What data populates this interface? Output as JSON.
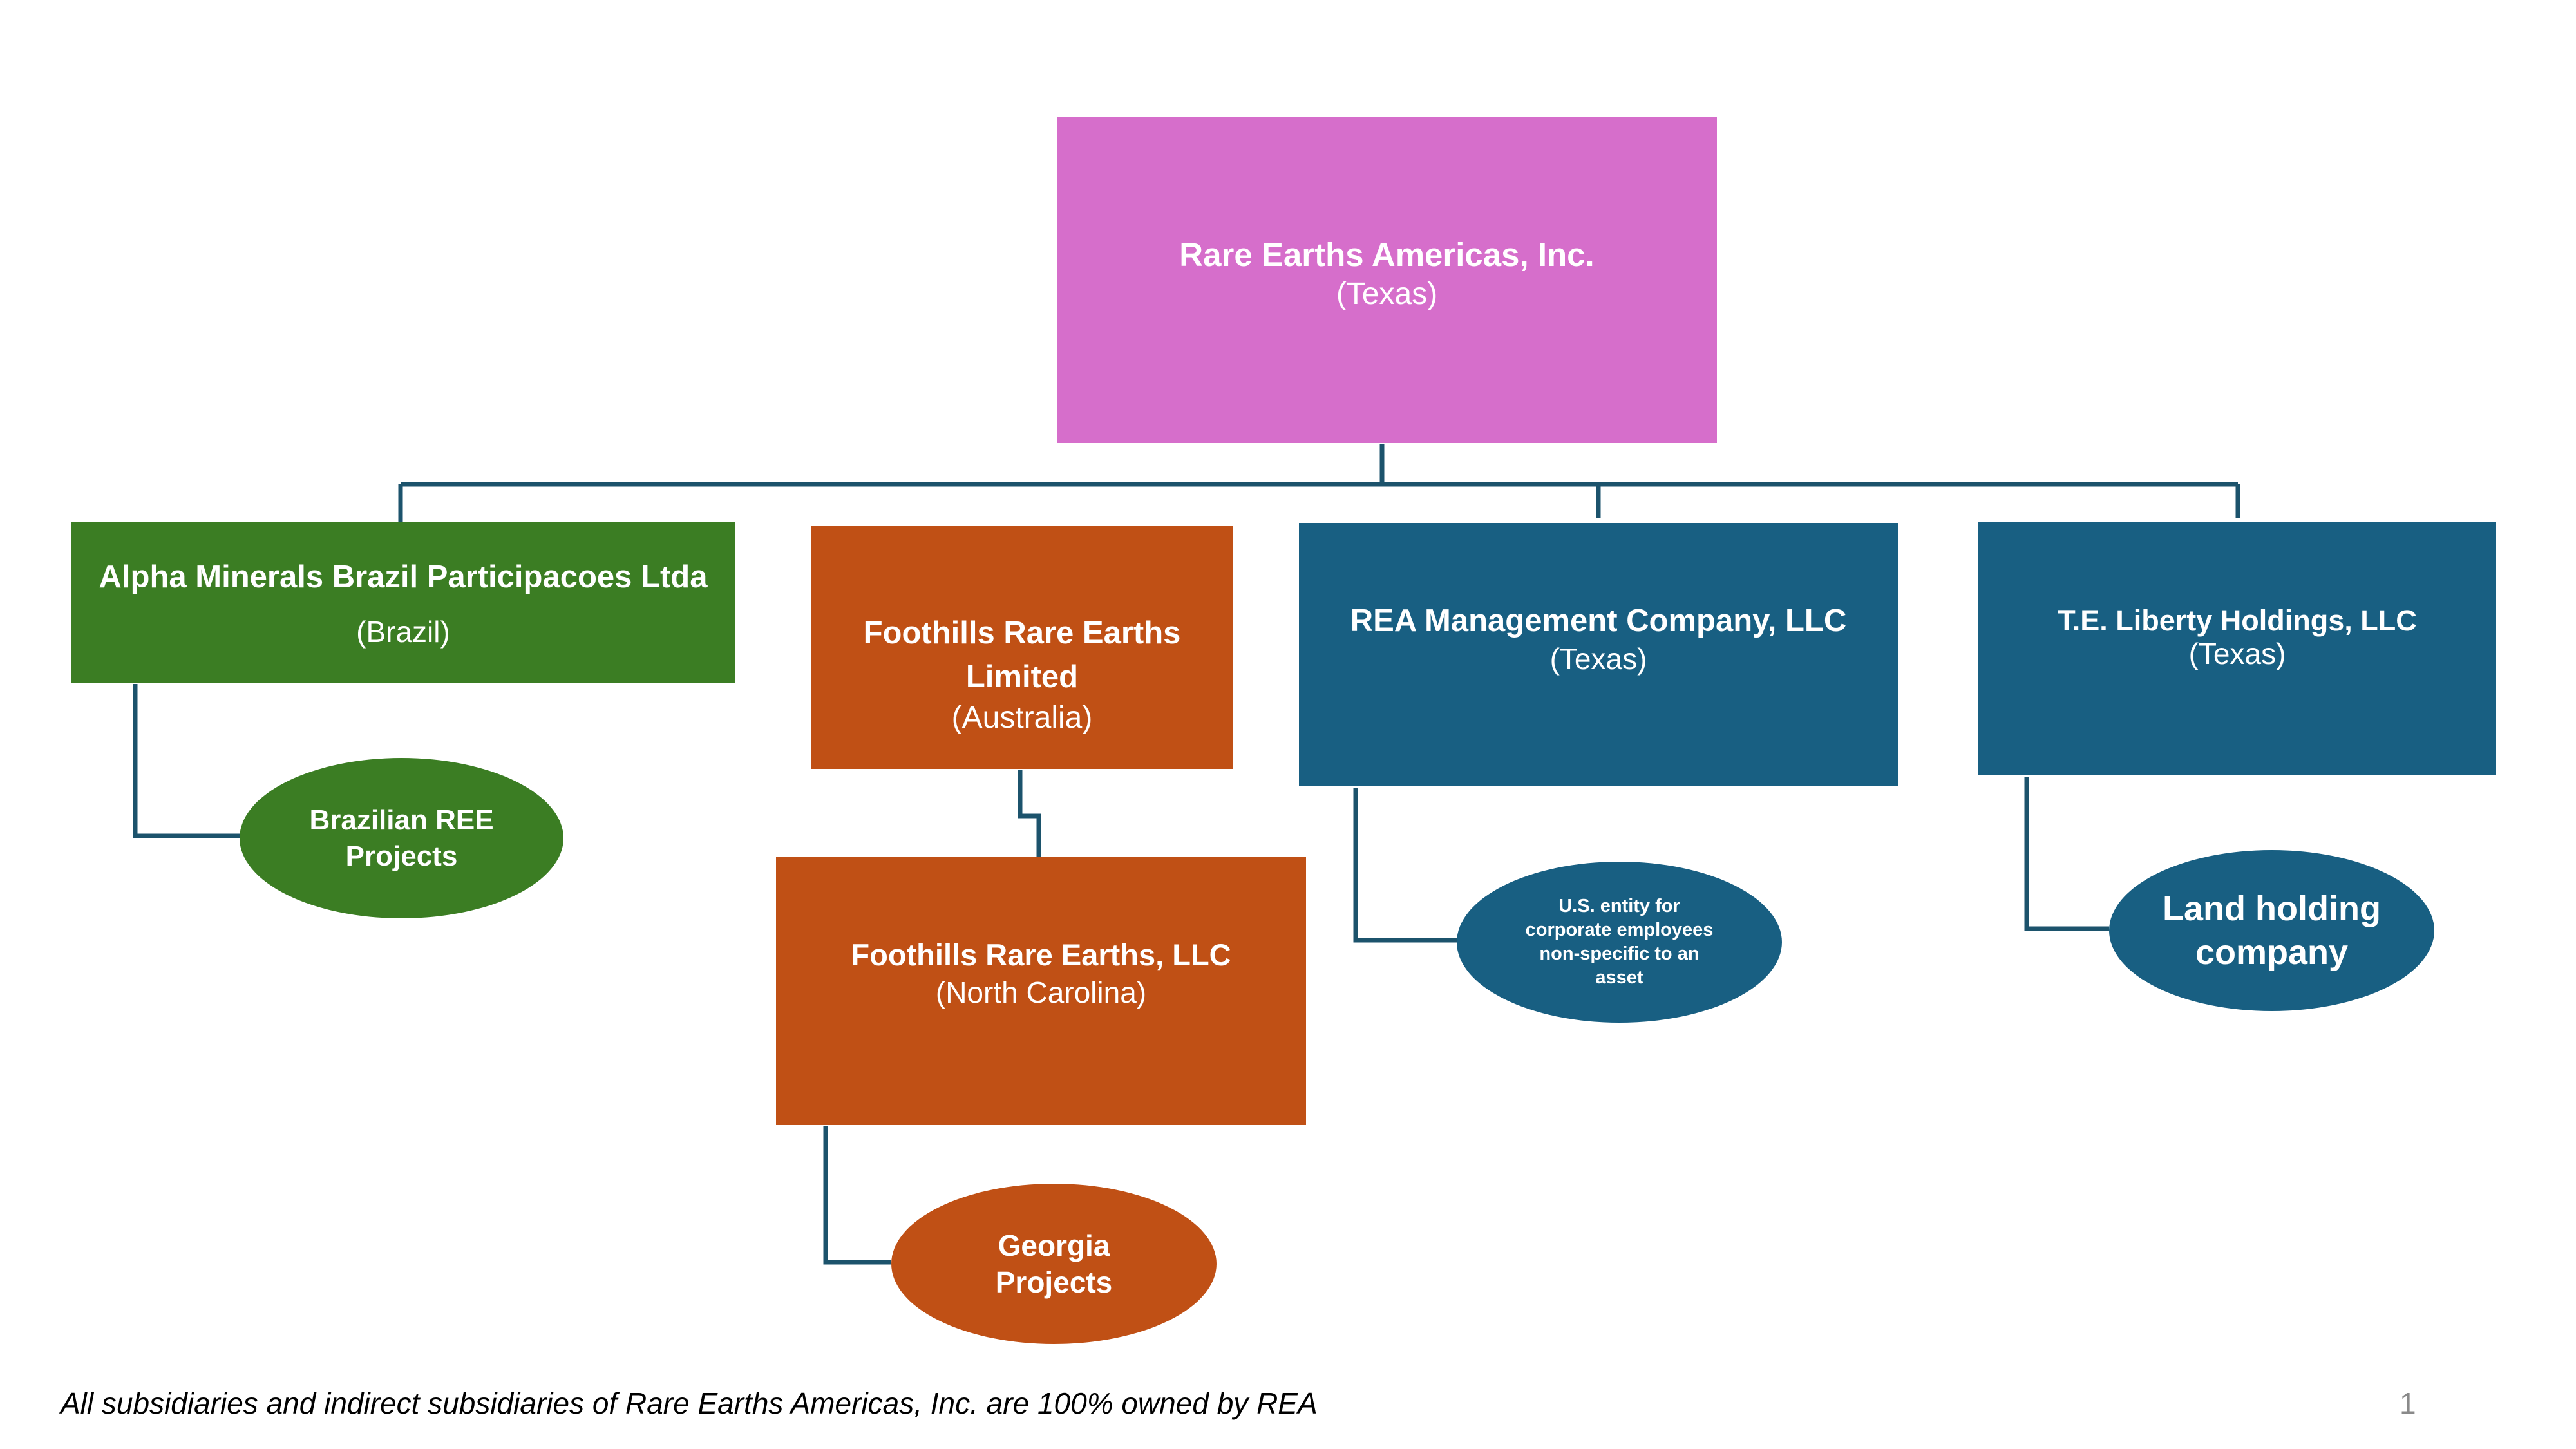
{
  "colors": {
    "root": "#d66ecb",
    "green": "#3b7d23",
    "orange": "#c05015",
    "blue": "#185f82",
    "connector": "#1c536c",
    "page_number": "#8a8a8a"
  },
  "nodes": {
    "root": {
      "name": "Rare Earths Americas, Inc.",
      "location": "(Texas)"
    },
    "alpha": {
      "name": "Alpha Minerals Brazil Participacoes Ltda",
      "location": "(Brazil)"
    },
    "foothills_ltd": {
      "name_line1": "Foothills Rare Earths",
      "name_line2": "Limited",
      "location": "(Australia)"
    },
    "foothills_llc": {
      "name": "Foothills Rare Earths, LLC",
      "location": "(North Carolina)"
    },
    "rea_mgmt": {
      "name": "REA Management Company, LLC",
      "location": "(Texas)"
    },
    "te_liberty": {
      "name": "T.E. Liberty Holdings, LLC",
      "location": "(Texas)"
    }
  },
  "ellipses": {
    "brazil": {
      "line1": "Brazilian REE",
      "line2": "Projects"
    },
    "georgia": {
      "line1": "Georgia",
      "line2": "Projects"
    },
    "us_entity": {
      "line1": "U.S. entity for",
      "line2": "corporate employees",
      "line3": "non-specific to an",
      "line4": "asset"
    },
    "land": {
      "line1": "Land holding",
      "line2": "company"
    }
  },
  "footnote": "All subsidiaries and indirect subsidiaries of Rare Earths Americas, Inc. are 100% owned by REA",
  "page_number": "1"
}
